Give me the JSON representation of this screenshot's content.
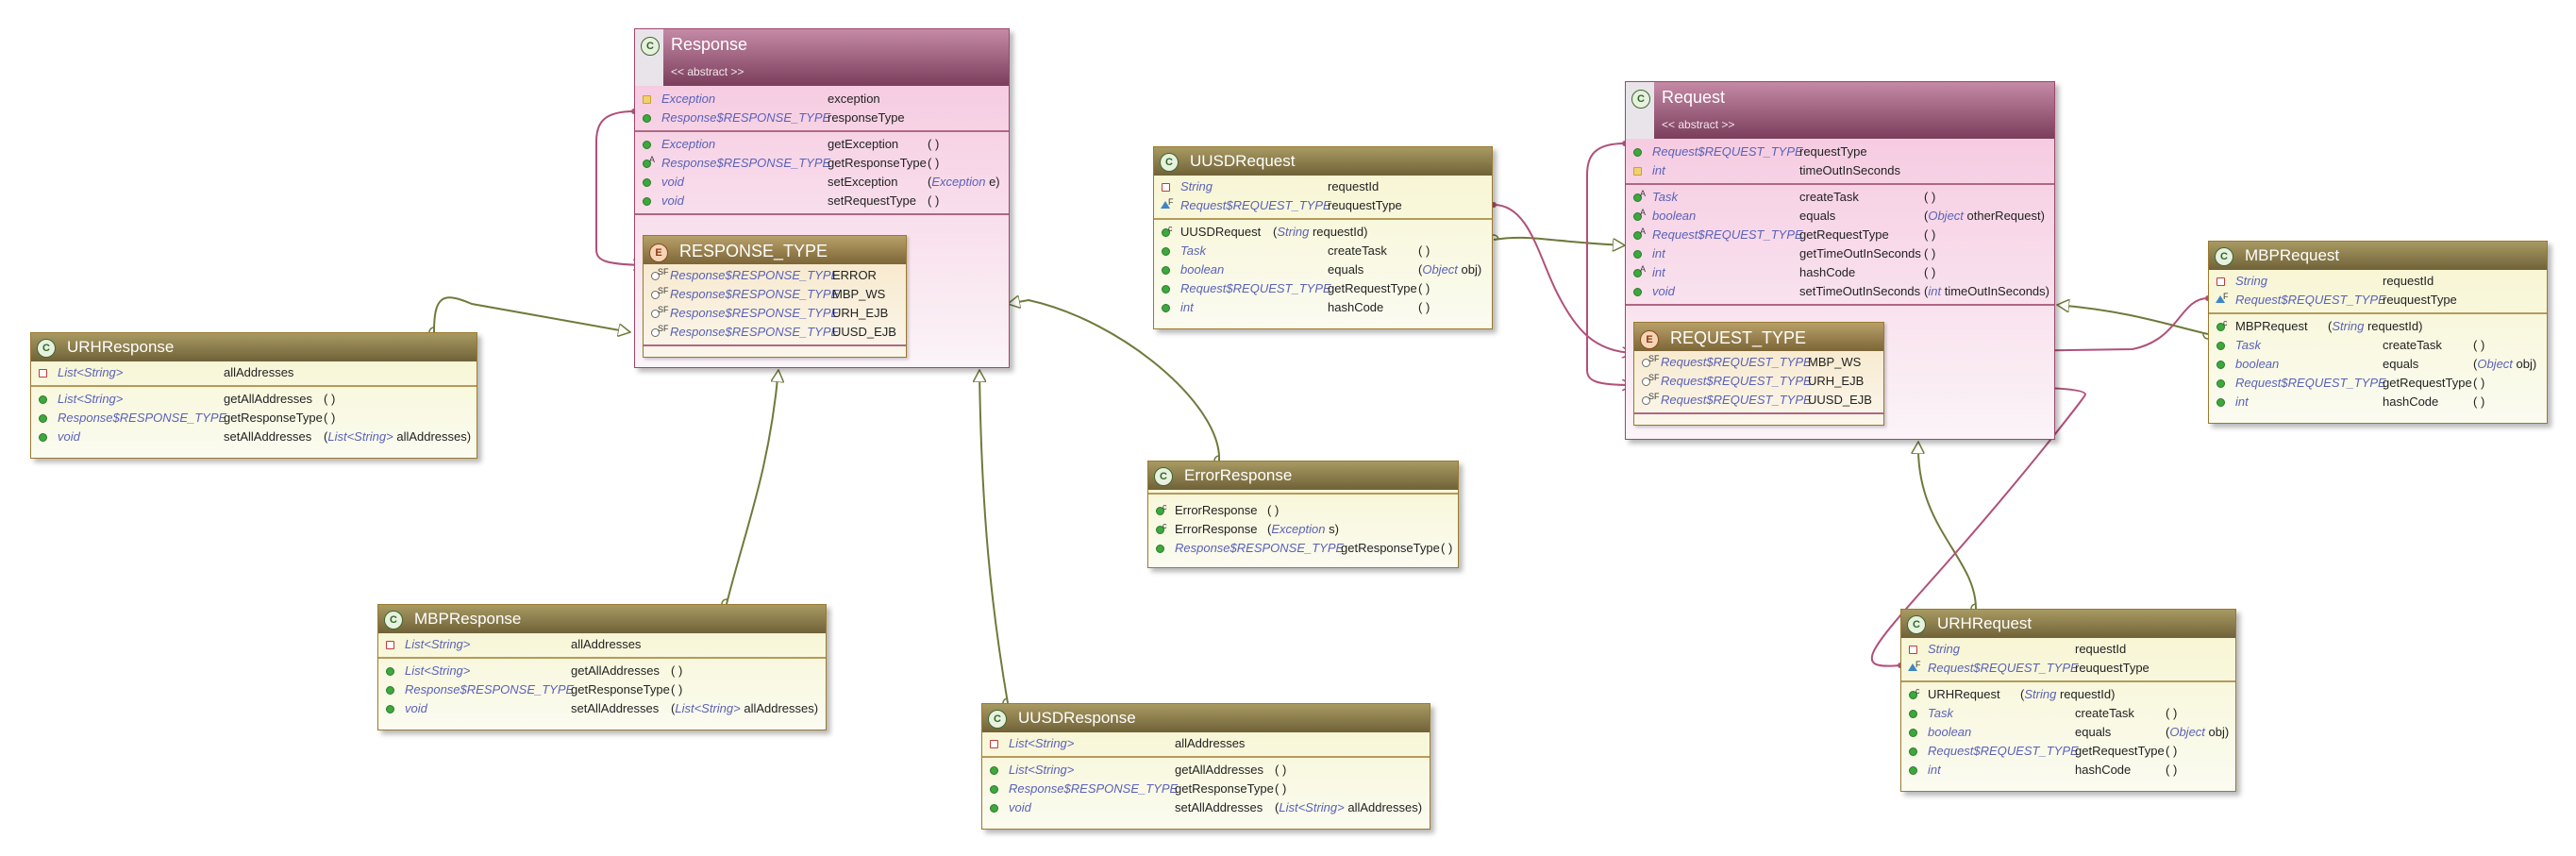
{
  "diagram": {
    "stereotype": "<< abstract >>",
    "classes": {
      "response": {
        "title": "Response",
        "fields": [
          {
            "type": "Exception",
            "name": "exception"
          },
          {
            "type": "Response$RESPONSE_TYPE",
            "name": "responseType"
          }
        ],
        "methods": [
          {
            "type": "Exception",
            "name": "getException",
            "open": "(",
            "ptype": "",
            "pname": "",
            "close": ")"
          },
          {
            "type": "Response$RESPONSE_TYPE",
            "name": "getResponseType",
            "open": "(",
            "ptype": "",
            "pname": "",
            "close": ")"
          },
          {
            "type": "void",
            "name": "setException",
            "open": "(",
            "ptype": "Exception",
            "pname": "e",
            "close": ")"
          },
          {
            "type": "void",
            "name": "setRequestType",
            "open": "(",
            "ptype": "",
            "pname": "",
            "close": ")"
          }
        ]
      },
      "response_type": {
        "title": "RESPONSE_TYPE",
        "fields": [
          {
            "type": "Response$RESPONSE_TYPE",
            "name": "ERROR"
          },
          {
            "type": "Response$RESPONSE_TYPE",
            "name": "MBP_WS"
          },
          {
            "type": "Response$RESPONSE_TYPE",
            "name": "URH_EJB"
          },
          {
            "type": "Response$RESPONSE_TYPE",
            "name": "UUSD_EJB"
          }
        ]
      },
      "urh_response": {
        "title": "URHResponse",
        "fields": [
          {
            "type": "List<String>",
            "name": "allAddresses"
          }
        ],
        "methods": [
          {
            "type": "List<String>",
            "name": "getAllAddresses",
            "open": "(",
            "ptype": "",
            "pname": "",
            "close": ")"
          },
          {
            "type": "Response$RESPONSE_TYPE",
            "name": "getResponseType",
            "open": "(",
            "ptype": "",
            "pname": "",
            "close": ")"
          },
          {
            "type": "void",
            "name": "setAllAddresses",
            "open": "(",
            "ptype": "List<String>",
            "pname": "allAddresses",
            "close": ")"
          }
        ]
      },
      "mbp_response": {
        "title": "MBPResponse",
        "fields": [
          {
            "type": "List<String>",
            "name": "allAddresses"
          }
        ],
        "methods": [
          {
            "type": "List<String>",
            "name": "getAllAddresses",
            "open": "(",
            "ptype": "",
            "pname": "",
            "close": ")"
          },
          {
            "type": "Response$RESPONSE_TYPE",
            "name": "getResponseType",
            "open": "(",
            "ptype": "",
            "pname": "",
            "close": ")"
          },
          {
            "type": "void",
            "name": "setAllAddresses",
            "open": "(",
            "ptype": "List<String>",
            "pname": "allAddresses",
            "close": ")"
          }
        ]
      },
      "uusd_response": {
        "title": "UUSDResponse",
        "fields": [
          {
            "type": "List<String>",
            "name": "allAddresses"
          }
        ],
        "methods": [
          {
            "type": "List<String>",
            "name": "getAllAddresses",
            "open": "(",
            "ptype": "",
            "pname": "",
            "close": ")"
          },
          {
            "type": "Response$RESPONSE_TYPE",
            "name": "getResponseType",
            "open": "(",
            "ptype": "",
            "pname": "",
            "close": ")"
          },
          {
            "type": "void",
            "name": "setAllAddresses",
            "open": "(",
            "ptype": "List<String>",
            "pname": "allAddresses",
            "close": ")"
          }
        ]
      },
      "error_response": {
        "title": "ErrorResponse",
        "methods": [
          {
            "type": "",
            "name": "ErrorResponse",
            "open": "(",
            "ptype": "",
            "pname": "",
            "close": ")"
          },
          {
            "type": "",
            "name": "ErrorResponse",
            "open": "(",
            "ptype": "Exception",
            "pname": "s",
            "close": ")"
          },
          {
            "type": "Response$RESPONSE_TYPE",
            "name": "getResponseType",
            "open": "(",
            "ptype": "",
            "pname": "",
            "close": ")"
          }
        ]
      },
      "uusd_request": {
        "title": "UUSDRequest",
        "fields": [
          {
            "type": "String",
            "name": "requestId"
          },
          {
            "type": "Request$REQUEST_TYPE",
            "name": "reuquestType"
          }
        ],
        "methods": [
          {
            "type": "",
            "name": "UUSDRequest",
            "open": "(",
            "ptype": "String",
            "pname": "requestId",
            "close": ")"
          },
          {
            "type": "Task",
            "name": "createTask",
            "open": "(",
            "ptype": "",
            "pname": "",
            "close": ")"
          },
          {
            "type": "boolean",
            "name": "equals",
            "open": "(",
            "ptype": "Object",
            "pname": "obj",
            "close": ")"
          },
          {
            "type": "Request$REQUEST_TYPE",
            "name": "getRequestType",
            "open": "(",
            "ptype": "",
            "pname": "",
            "close": ")"
          },
          {
            "type": "int",
            "name": "hashCode",
            "open": "(",
            "ptype": "",
            "pname": "",
            "close": ")"
          }
        ]
      },
      "request": {
        "title": "Request",
        "fields": [
          {
            "type": "Request$REQUEST_TYPE",
            "name": "requestType"
          },
          {
            "type": "int",
            "name": "timeOutInSeconds"
          }
        ],
        "methods": [
          {
            "type": "Task",
            "name": "createTask",
            "open": "(",
            "ptype": "",
            "pname": "",
            "close": ")"
          },
          {
            "type": "boolean",
            "name": "equals",
            "open": "(",
            "ptype": "Object",
            "pname": "otherRequest",
            "close": ")"
          },
          {
            "type": "Request$REQUEST_TYPE",
            "name": "getRequestType",
            "open": "(",
            "ptype": "",
            "pname": "",
            "close": ")"
          },
          {
            "type": "int",
            "name": "getTimeOutInSeconds",
            "open": "(",
            "ptype": "",
            "pname": "",
            "close": ")"
          },
          {
            "type": "int",
            "name": "hashCode",
            "open": "(",
            "ptype": "",
            "pname": "",
            "close": ")"
          },
          {
            "type": "void",
            "name": "setTimeOutInSeconds",
            "open": "(",
            "ptype": "int",
            "pname": "timeOutInSeconds",
            "close": ")"
          }
        ]
      },
      "request_type": {
        "title": "REQUEST_TYPE",
        "fields": [
          {
            "type": "Request$REQUEST_TYPE",
            "name": "MBP_WS"
          },
          {
            "type": "Request$REQUEST_TYPE",
            "name": "URH_EJB"
          },
          {
            "type": "Request$REQUEST_TYPE",
            "name": "UUSD_EJB"
          }
        ]
      },
      "mbp_request": {
        "title": "MBPRequest",
        "fields": [
          {
            "type": "String",
            "name": "requestId"
          },
          {
            "type": "Request$REQUEST_TYPE",
            "name": "reuquestType"
          }
        ],
        "methods": [
          {
            "type": "",
            "name": "MBPRequest",
            "open": "(",
            "ptype": "String",
            "pname": "requestId",
            "close": ")"
          },
          {
            "type": "Task",
            "name": "createTask",
            "open": "(",
            "ptype": "",
            "pname": "",
            "close": ")"
          },
          {
            "type": "boolean",
            "name": "equals",
            "open": "(",
            "ptype": "Object",
            "pname": "obj",
            "close": ")"
          },
          {
            "type": "Request$REQUEST_TYPE",
            "name": "getRequestType",
            "open": "(",
            "ptype": "",
            "pname": "",
            "close": ")"
          },
          {
            "type": "int",
            "name": "hashCode",
            "open": "(",
            "ptype": "",
            "pname": "",
            "close": ")"
          }
        ]
      },
      "urh_request": {
        "title": "URHRequest",
        "fields": [
          {
            "type": "String",
            "name": "requestId"
          },
          {
            "type": "Request$REQUEST_TYPE",
            "name": "reuquestType"
          }
        ],
        "methods": [
          {
            "type": "",
            "name": "URHRequest",
            "open": "(",
            "ptype": "String",
            "pname": "requestId",
            "close": ")"
          },
          {
            "type": "Task",
            "name": "createTask",
            "open": "(",
            "ptype": "",
            "pname": "",
            "close": ")"
          },
          {
            "type": "boolean",
            "name": "equals",
            "open": "(",
            "ptype": "Object",
            "pname": "obj",
            "close": ")"
          },
          {
            "type": "Request$REQUEST_TYPE",
            "name": "getRequestType",
            "open": "(",
            "ptype": "",
            "pname": "",
            "close": ")"
          },
          {
            "type": "int",
            "name": "hashCode",
            "open": "(",
            "ptype": "",
            "pname": "",
            "close": ")"
          }
        ]
      }
    }
  }
}
